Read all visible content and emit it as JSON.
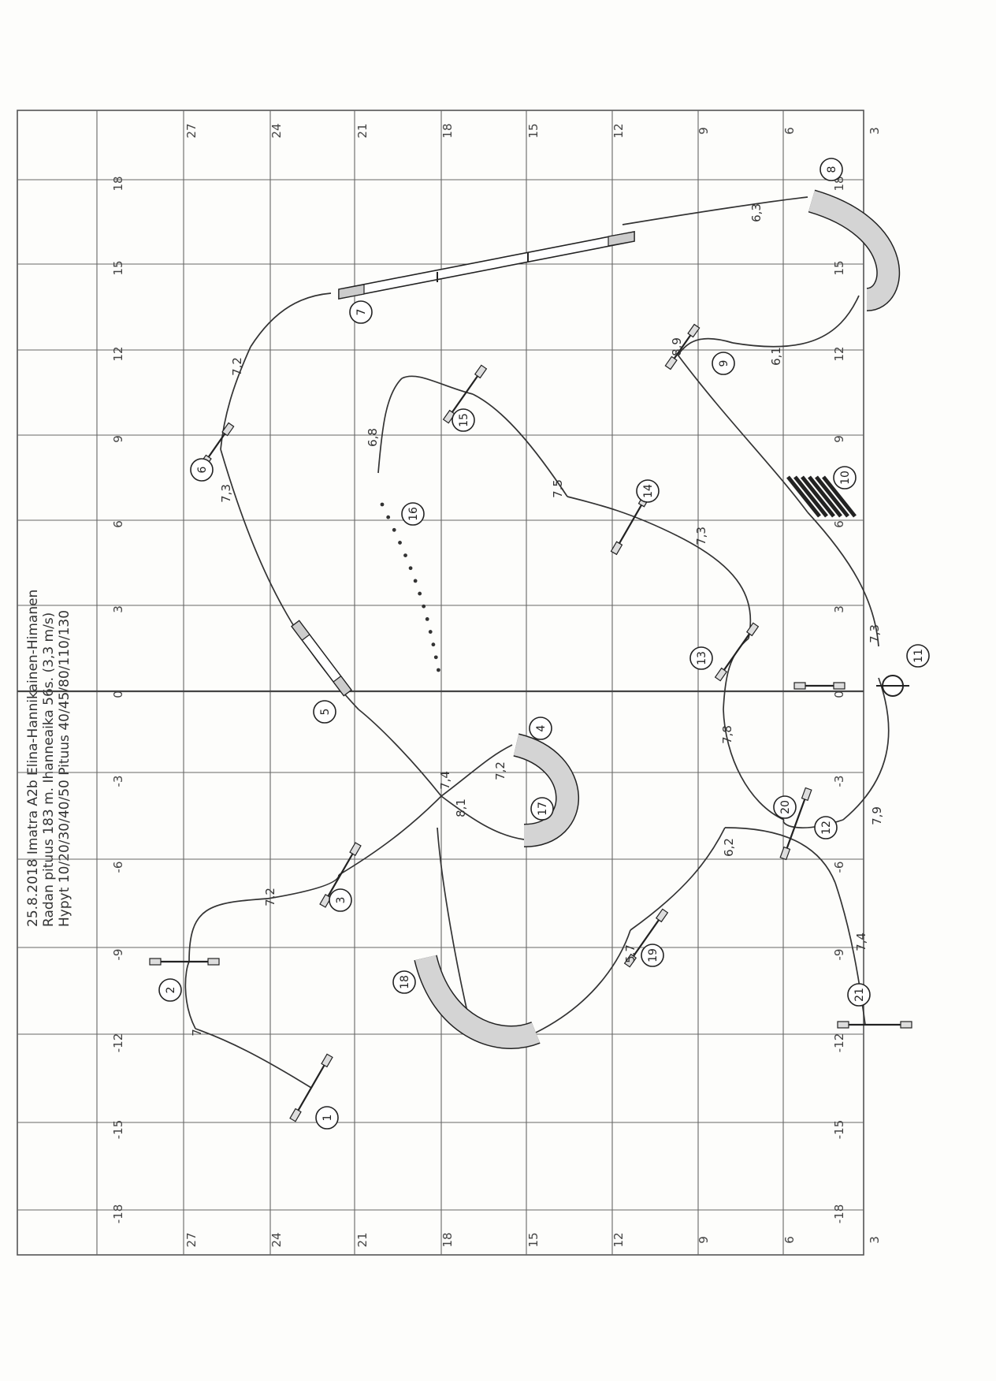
{
  "header": {
    "line1": "25.8.2018 Imatra A2b Elina-Hannikainen-Himanen",
    "line2": "Radan pituus 183 m. Ihanneaika 56s. (3,3 m/s)",
    "line3": "Hypyt 10/20/30/40/50 Pituus 40/45/80/110/130"
  },
  "grid": {
    "x_ticks": [
      "-18",
      "-15",
      "-12",
      "-9",
      "-6",
      "-3",
      "0",
      "3",
      "6",
      "9",
      "12",
      "15",
      "18"
    ],
    "y_ticks": [
      "3",
      "6",
      "9",
      "12",
      "15",
      "18",
      "21",
      "24",
      "27"
    ]
  },
  "obstacles": [
    {
      "num": "1",
      "type": "jump"
    },
    {
      "num": "2",
      "type": "jump"
    },
    {
      "num": "3",
      "type": "jump"
    },
    {
      "num": "4",
      "type": "tunnel"
    },
    {
      "num": "5",
      "type": "seesaw"
    },
    {
      "num": "6",
      "type": "jump"
    },
    {
      "num": "7",
      "type": "dogwalk"
    },
    {
      "num": "8",
      "type": "tunnel"
    },
    {
      "num": "9",
      "type": "jump"
    },
    {
      "num": "10",
      "type": "weave"
    },
    {
      "num": "11",
      "type": "tire"
    },
    {
      "num": "12",
      "type": "jump"
    },
    {
      "num": "13",
      "type": "jump"
    },
    {
      "num": "14",
      "type": "jump"
    },
    {
      "num": "15",
      "type": "jump"
    },
    {
      "num": "16",
      "type": "weave-poles"
    },
    {
      "num": "17",
      "type": "tunnel"
    },
    {
      "num": "18",
      "type": "tunnel"
    },
    {
      "num": "19",
      "type": "jump"
    },
    {
      "num": "20",
      "type": "jump"
    },
    {
      "num": "21",
      "type": "long-jump"
    }
  ],
  "distances": [
    "7",
    "7,2",
    "7,4",
    "7,2",
    "7,3",
    "7,2",
    "6,3",
    "6,1",
    "8,9",
    "7,3",
    "7,9",
    "7,8",
    "7,3",
    "7,5",
    "6,8",
    "8,1",
    "5,7",
    "6,2",
    "7,4"
  ]
}
